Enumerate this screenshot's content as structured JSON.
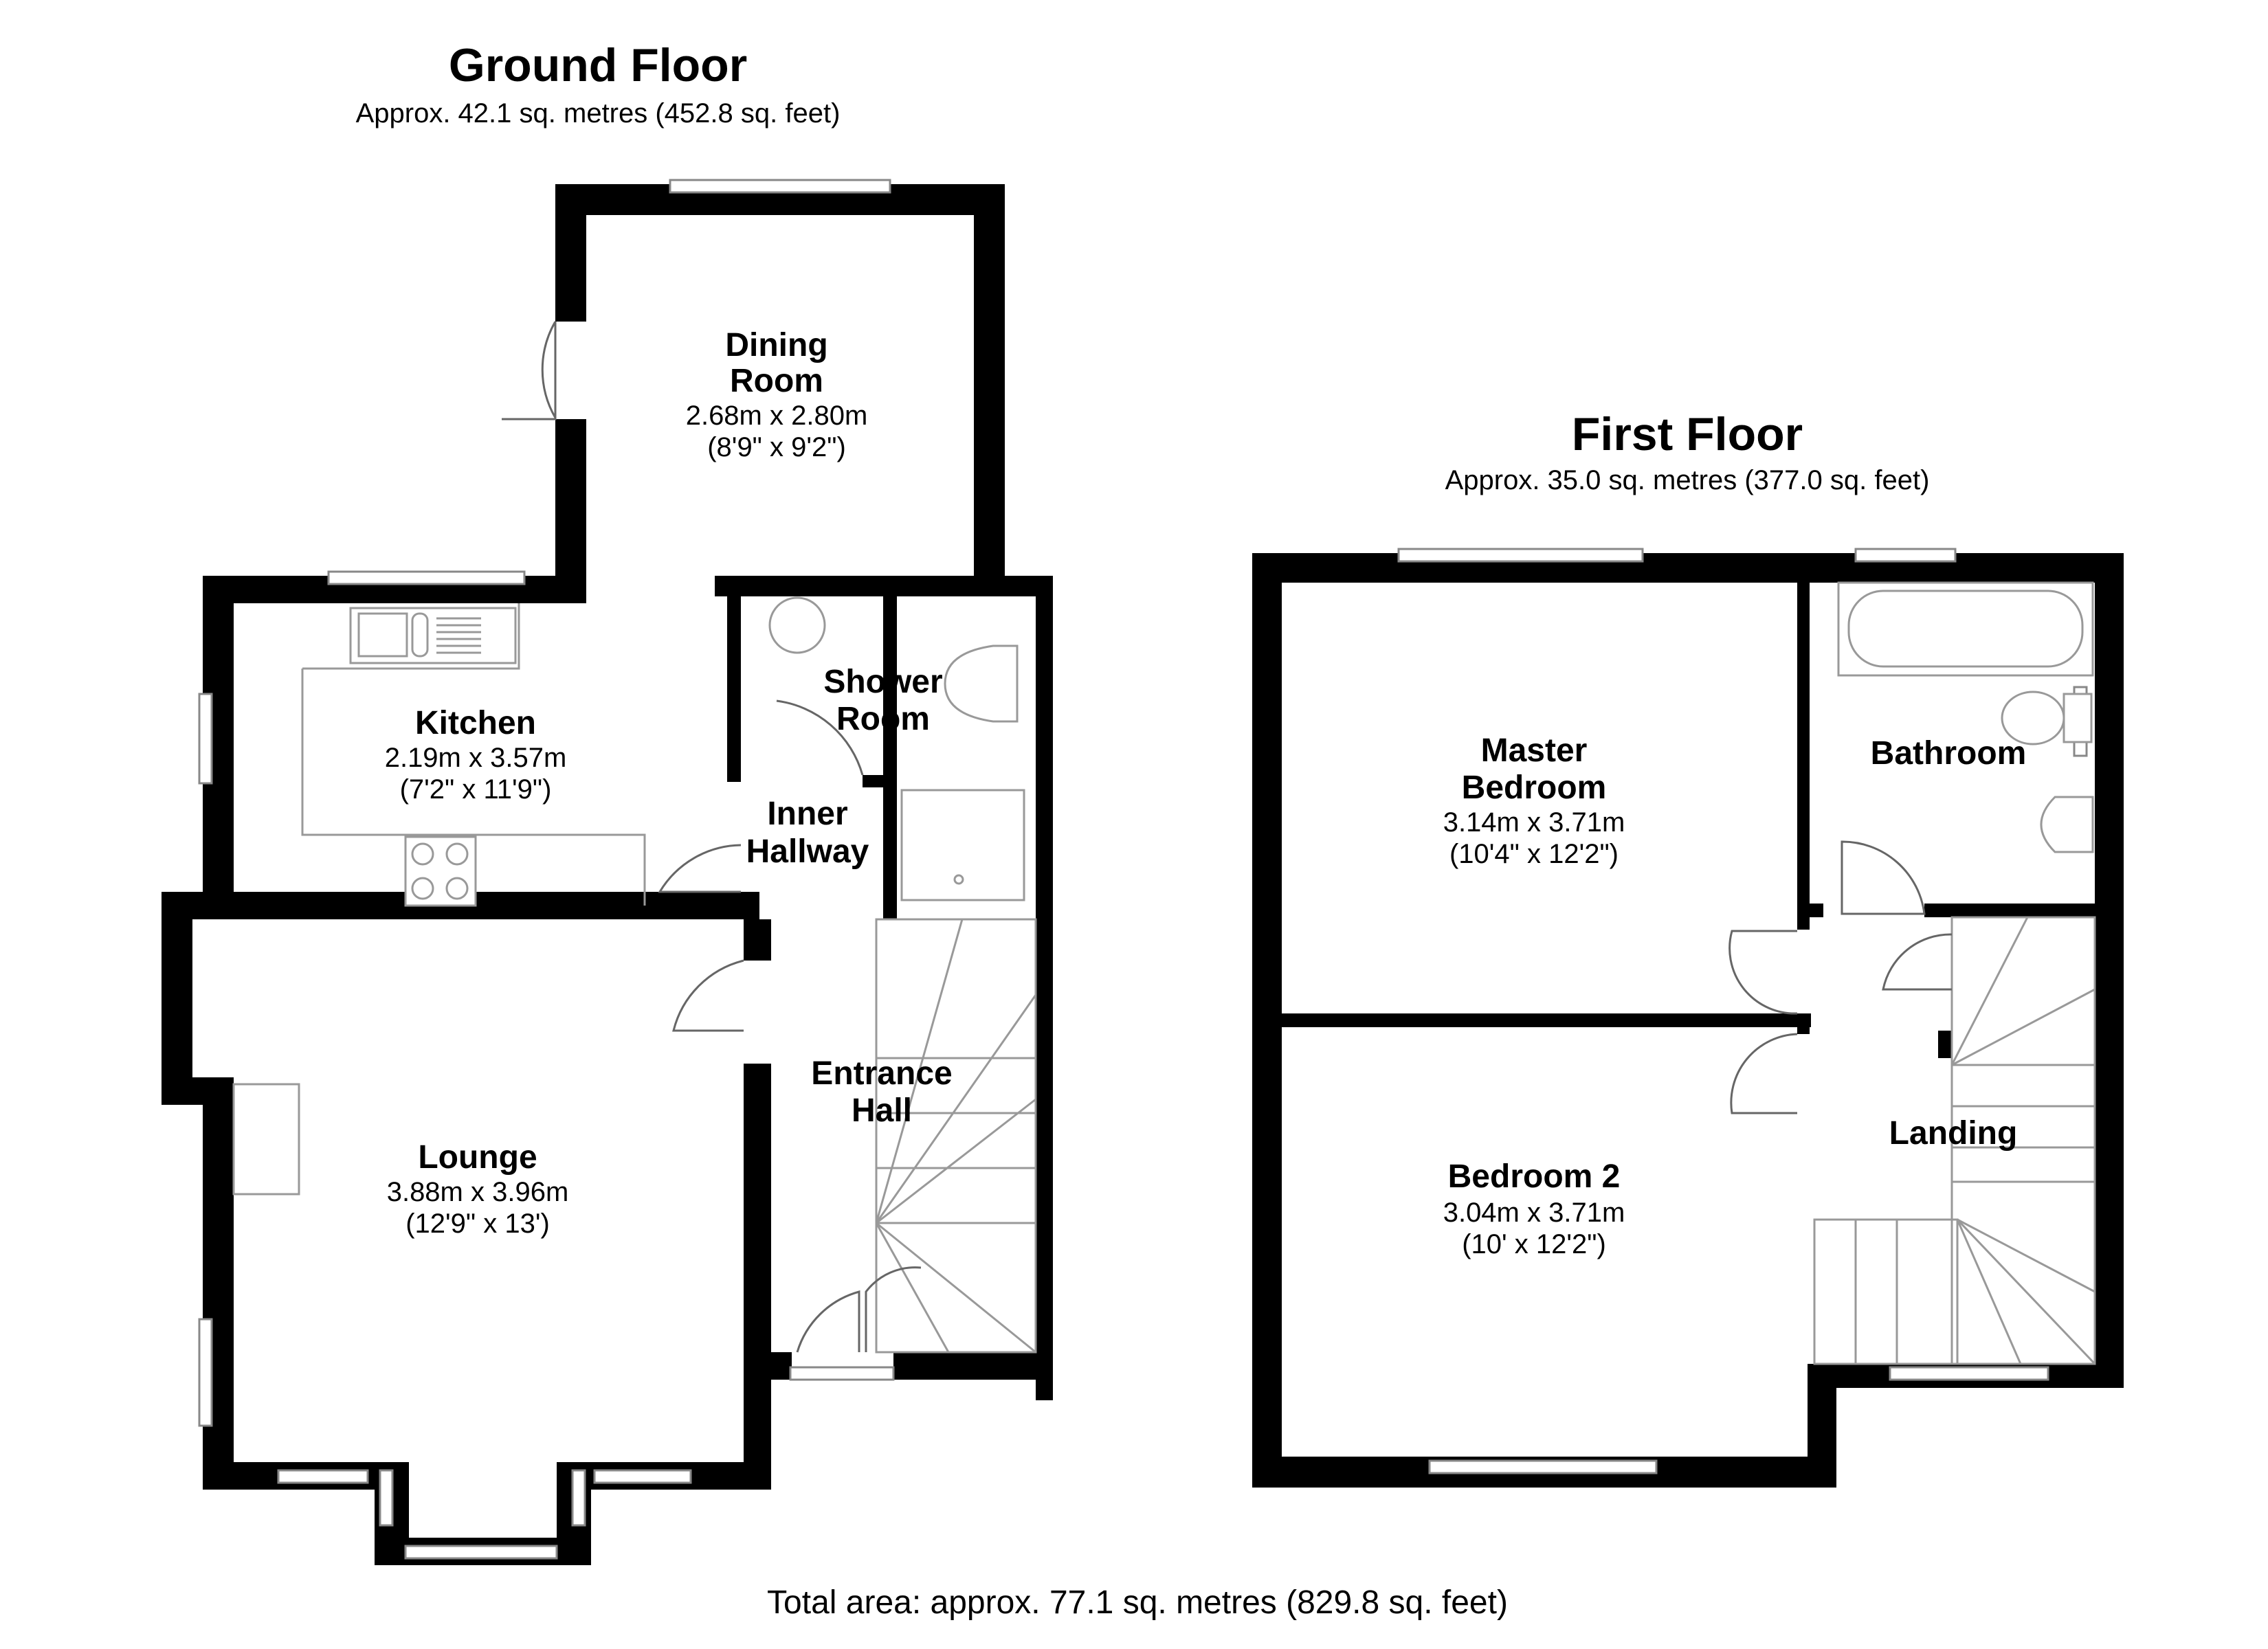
{
  "ground_floor": {
    "title": "Ground Floor",
    "area": "Approx. 42.1 sq. metres (452.8 sq. feet)",
    "rooms": {
      "dining": {
        "name_line1": "Dining",
        "name_line2": "Room",
        "dim_m": "2.68m x 2.80m",
        "dim_ft": "(8'9\" x 9'2\")"
      },
      "shower": {
        "name_line1": "Shower",
        "name_line2": "Room"
      },
      "kitchen": {
        "name": "Kitchen",
        "dim_m": "2.19m x 3.57m",
        "dim_ft": "(7'2\" x 11'9\")"
      },
      "inner_hallway": {
        "name_line1": "Inner",
        "name_line2": "Hallway"
      },
      "entrance_hall": {
        "name_line1": "Entrance",
        "name_line2": "Hall"
      },
      "lounge": {
        "name": "Lounge",
        "dim_m": "3.88m x 3.96m",
        "dim_ft": "(12'9\" x 13')"
      }
    }
  },
  "first_floor": {
    "title": "First Floor",
    "area": "Approx. 35.0 sq. metres (377.0 sq. feet)",
    "rooms": {
      "master_bedroom": {
        "name_line1": "Master",
        "name_line2": "Bedroom",
        "dim_m": "3.14m x 3.71m",
        "dim_ft": "(10'4\" x 12'2\")"
      },
      "bathroom": {
        "name": "Bathroom"
      },
      "bedroom2": {
        "name": "Bedroom 2",
        "dim_m": "3.04m x 3.71m",
        "dim_ft": "(10' x 12'2\")"
      },
      "landing": {
        "name": "Landing"
      }
    }
  },
  "total_area": "Total area: approx. 77.1 sq. metres (829.8 sq. feet)"
}
